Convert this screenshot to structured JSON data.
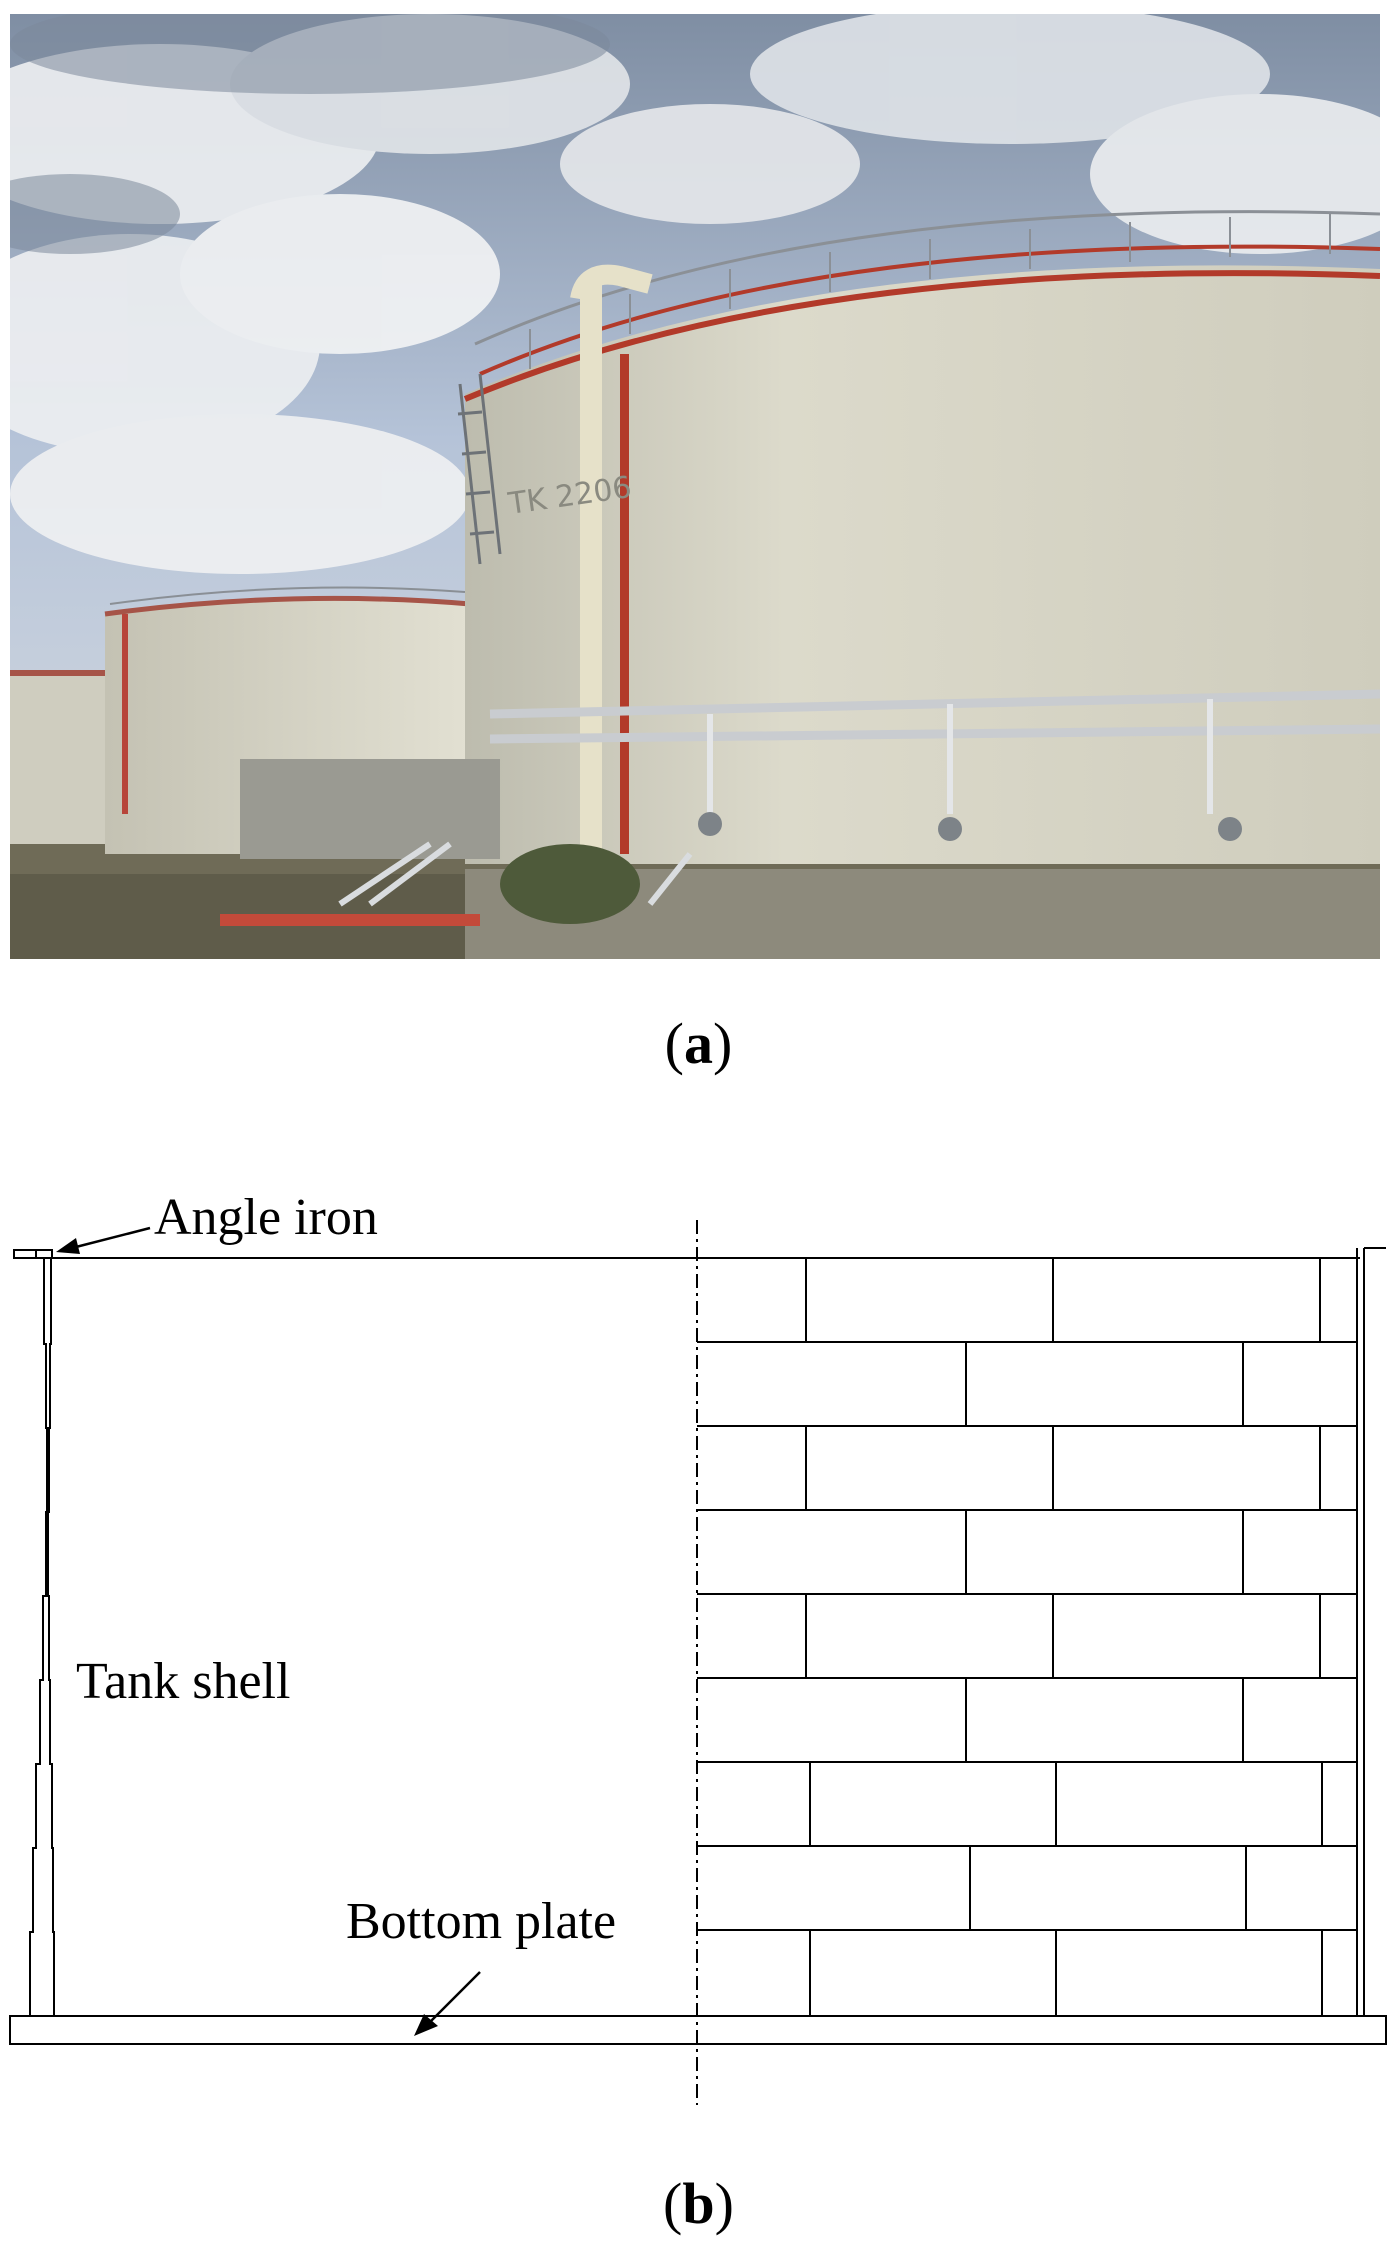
{
  "figure": {
    "panel_a": {
      "caption_open": "(",
      "caption_label": "a",
      "caption_close": ")",
      "photo_tank_marking": "TK 2206"
    },
    "panel_b": {
      "caption_open": "(",
      "caption_label": "b",
      "caption_close": ")",
      "labels": {
        "angle_iron": "Angle iron",
        "tank_shell": "Tank shell",
        "bottom_plate": "Bottom plate"
      }
    }
  },
  "colors": {
    "sky": "#8fa6c9",
    "cloud": "#e9ecef",
    "tank_body": "#d8d6c8",
    "red_pipe": "#b23a2a",
    "ground": "#6e6a55",
    "line": "#000000"
  }
}
